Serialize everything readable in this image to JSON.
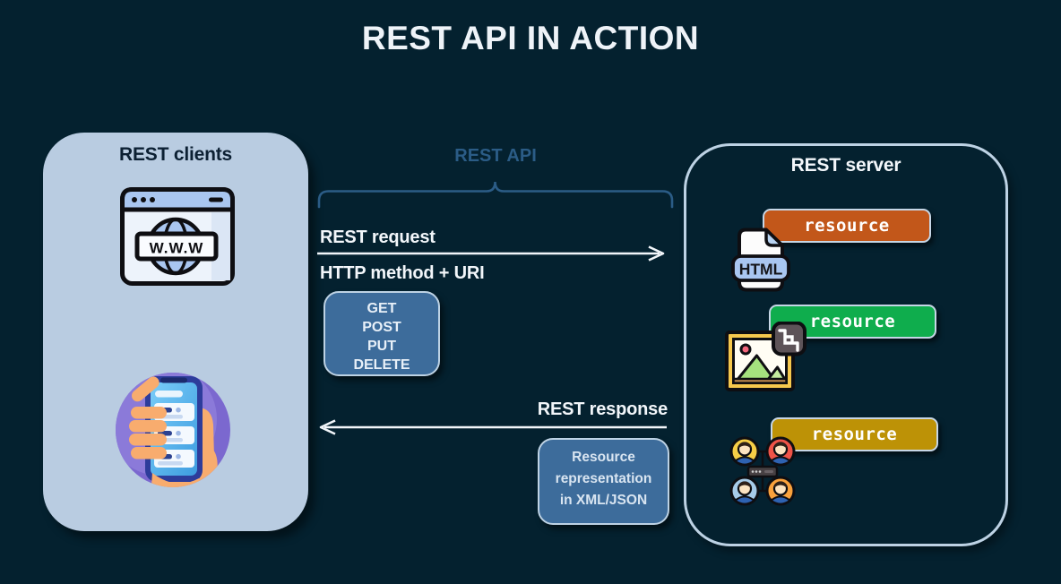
{
  "title": "REST API IN ACTION",
  "client_panel": {
    "title": "REST clients",
    "browser_icon_text": "W.W.W"
  },
  "api_bracket": {
    "label": "REST API"
  },
  "request_flow": {
    "label": "REST request",
    "detail": "HTTP method + URI",
    "methods": [
      "GET",
      "POST",
      "PUT",
      "DELETE"
    ]
  },
  "response_flow": {
    "label": "REST response",
    "box_lines": [
      "Resource",
      "representation",
      "in XML/JSON"
    ]
  },
  "server_panel": {
    "title": "REST server",
    "resources": [
      {
        "label": "resource",
        "color": "#c2571a",
        "icon": "html-file-icon",
        "icon_text": "HTML"
      },
      {
        "label": "resource",
        "color": "#0fad4d",
        "icon": "image-crop-icon"
      },
      {
        "label": "resource",
        "color": "#bd9206",
        "icon": "user-network-icon"
      }
    ]
  },
  "icons": {
    "client": [
      "browser-www-icon",
      "phone-in-hand-icon"
    ],
    "server": [
      "html-file-icon",
      "image-crop-icon",
      "user-network-icon"
    ]
  },
  "colors": {
    "background": "#04212f",
    "client_panel_bg": "#b9cce1",
    "panel_border": "#bdd2e4",
    "info_box_bg": "#3d6c9b",
    "api_label": "#2b5c86",
    "text_light": "#f2f6fa"
  }
}
